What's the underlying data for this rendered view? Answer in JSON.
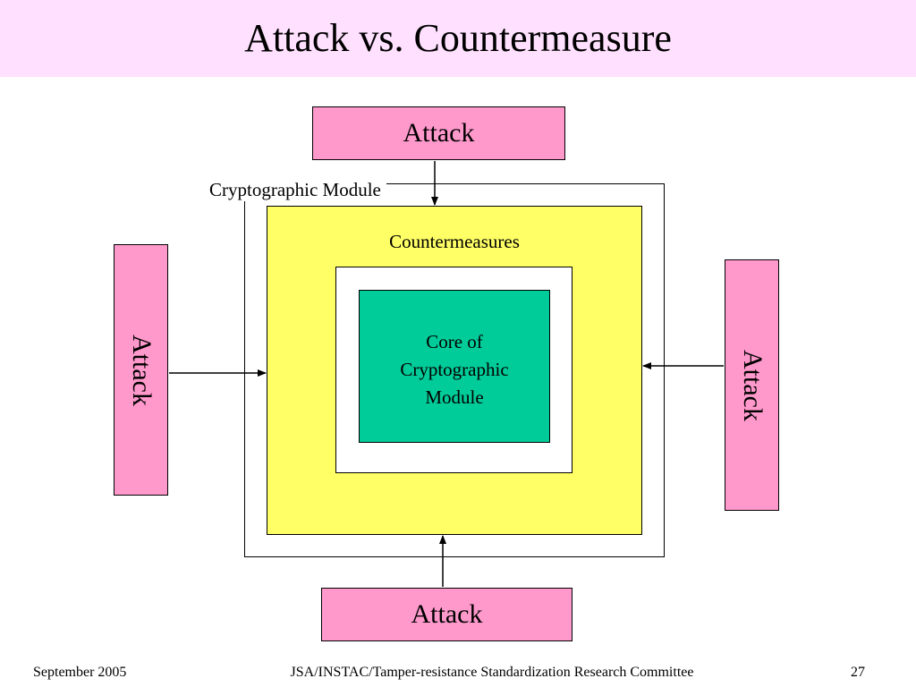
{
  "slide": {
    "title": "Attack vs. Countermeasure"
  },
  "diagram": {
    "attack_top_label": "Attack",
    "attack_bottom_label": "Attack",
    "attack_left_label": "Attack",
    "attack_right_label": "Attack",
    "crypto_module_label": "Cryptographic Module",
    "countermeasures_label": "Countermeasures",
    "core_label_lines": [
      "Core of",
      "Cryptographic",
      "Module"
    ]
  },
  "colors": {
    "title_bar": "#ffe0fe",
    "attack_fill": "#ff99cc",
    "countermeasures_fill": "#ffff66",
    "core_fill": "#00cc99"
  },
  "footer": {
    "date": "September 2005",
    "committee": "JSA/INSTAC/Tamper-resistance Standardization Research Committee",
    "page_number": "27"
  }
}
